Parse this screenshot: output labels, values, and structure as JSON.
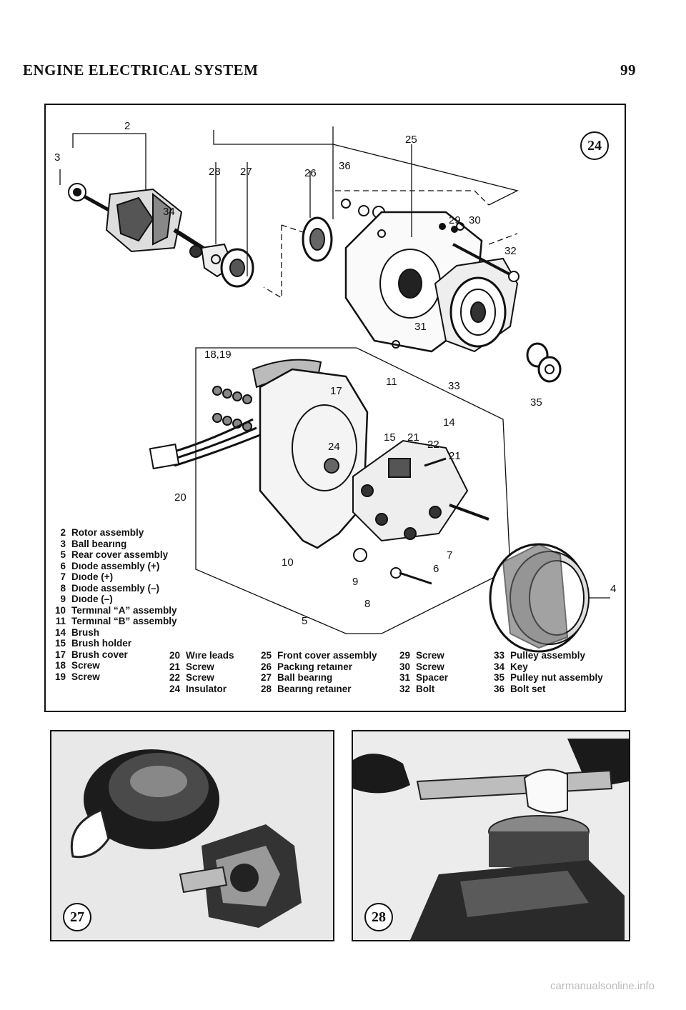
{
  "header": {
    "section_title": "ENGINE ELECTRICAL SYSTEM",
    "page_number": "99"
  },
  "figure24": {
    "badge": "24",
    "callouts": [
      "2",
      "3",
      "28",
      "27",
      "26",
      "36",
      "25",
      "34",
      "29",
      "30",
      "32",
      "31",
      "18,19",
      "17",
      "11",
      "33",
      "35",
      "14",
      "15",
      "21",
      "22",
      "21",
      "24",
      "20",
      "10",
      "7",
      "6",
      "9",
      "8",
      "5",
      "4"
    ],
    "legend_col1": [
      {
        "num": "2",
        "label": "Rotor assembly"
      },
      {
        "num": "3",
        "label": "Ball bearıng"
      },
      {
        "num": "5",
        "label": "Rear cover assembly"
      },
      {
        "num": "6",
        "label": "Dıode assembly (+)"
      },
      {
        "num": "7",
        "label": "Dıode (+)"
      },
      {
        "num": "8",
        "label": "Dıode assembly (–)"
      },
      {
        "num": "9",
        "label": "Dıode (–)"
      },
      {
        "num": "10",
        "label": "Termınal “A” assembly"
      },
      {
        "num": "11",
        "label": "Termınal “B” assembly"
      },
      {
        "num": "14",
        "label": "Brush"
      },
      {
        "num": "15",
        "label": "Brush holder"
      },
      {
        "num": "17",
        "label": "Brush cover"
      },
      {
        "num": "18",
        "label": "Screw"
      },
      {
        "num": "19",
        "label": "Screw"
      }
    ],
    "legend_col2": [
      {
        "num": "20",
        "label": "Wıre leads"
      },
      {
        "num": "21",
        "label": "Screw"
      },
      {
        "num": "22",
        "label": "Screw"
      },
      {
        "num": "24",
        "label": "Insulator"
      }
    ],
    "legend_col3": [
      {
        "num": "25",
        "label": "Front cover assembly"
      },
      {
        "num": "26",
        "label": "Packıng retaıner"
      },
      {
        "num": "27",
        "label": "Ball bearıng"
      },
      {
        "num": "28",
        "label": "Bearıng retaıner"
      }
    ],
    "legend_col4": [
      {
        "num": "29",
        "label": "Screw"
      },
      {
        "num": "30",
        "label": "Screw"
      },
      {
        "num": "31",
        "label": "Spacer"
      },
      {
        "num": "32",
        "label": "Bolt"
      }
    ],
    "legend_col5": [
      {
        "num": "33",
        "label": "Pulley assembly"
      },
      {
        "num": "34",
        "label": "Key"
      },
      {
        "num": "35",
        "label": "Pulley nut assembly"
      },
      {
        "num": "36",
        "label": "Bolt set"
      }
    ]
  },
  "photo27": {
    "badge": "27"
  },
  "photo28": {
    "badge": "28"
  },
  "footer": {
    "watermark": "carmanualsonline.info"
  }
}
